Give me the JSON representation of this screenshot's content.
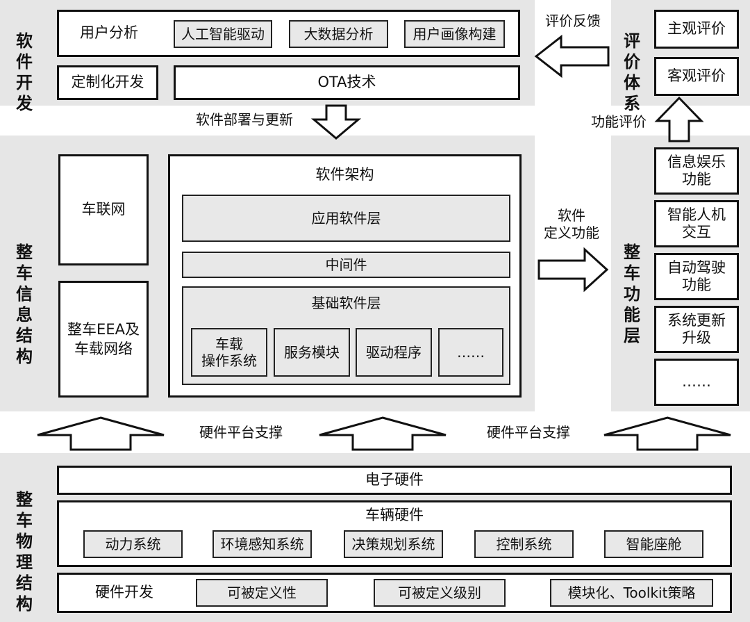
{
  "software_dev": {
    "title": "软件开发",
    "user_analysis": "用户分析",
    "ai_drive": "人工智能驱动",
    "big_data": "大数据分析",
    "user_profile": "用户画像构建",
    "custom_dev": "定制化开发",
    "ota": "OTA技术"
  },
  "eval": {
    "title": "评价体系",
    "subjective": "主观评价",
    "objective": "客观评价"
  },
  "labels": {
    "eval_feedback": "评价反馈",
    "deploy_update": "软件部署与更新",
    "function_eval": "功能评价",
    "software_defined": "软件\n定义功能",
    "hw_support_left": "硬件平台支撑",
    "hw_support_right": "硬件平台支撑"
  },
  "vehicle_info": {
    "title": "整车信息结构",
    "connected": "车联网",
    "eea": "整车EEA及\n车载网络",
    "arch_title": "软件架构",
    "app_layer": "应用软件层",
    "middleware": "中间件",
    "base_layer": "基础软件层",
    "os": "车载\n操作系统",
    "service": "服务模块",
    "driver": "驱动程序",
    "more": "……"
  },
  "functions": {
    "title": "整车功能层",
    "infotainment": "信息娱乐\n功能",
    "hmi": "智能人机\n交互",
    "autodrive": "自动驾驶\n功能",
    "upgrade": "系统更新\n升级",
    "more": "……"
  },
  "physical": {
    "title": "整车物理结构",
    "electronic": "电子硬件",
    "vehicle_hw": "车辆硬件",
    "power": "动力系统",
    "perception": "环境感知系统",
    "planning": "决策规划系统",
    "control": "控制系统",
    "cockpit": "智能座舱",
    "hw_dev": "硬件开发",
    "definable": "可被定义性",
    "def_level": "可被定义级别",
    "modular": "模块化、Toolkit策略"
  }
}
